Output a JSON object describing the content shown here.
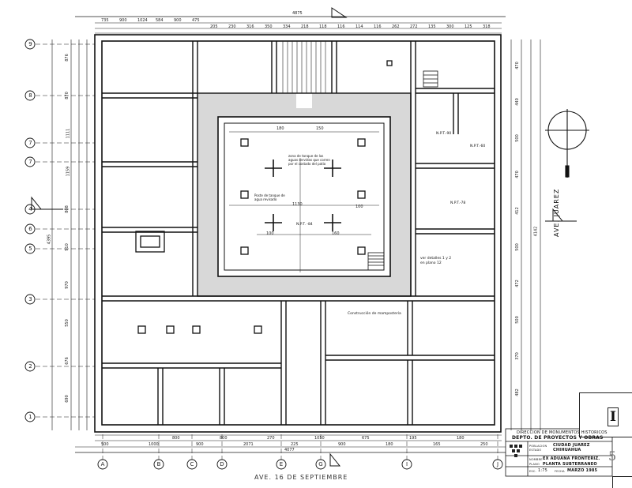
{
  "street_right": "AVE.  JUAREZ",
  "street_bottom": "AVE. 16 DE SEPTIEMBRE",
  "axes_rows": [
    "9",
    "8",
    "7",
    "7",
    "4",
    "6",
    "5",
    "3",
    "2",
    "1"
  ],
  "axes_cols": [
    "A",
    "B",
    "C",
    "D",
    "E",
    "G",
    "I",
    "J"
  ],
  "top_dims": [
    "4875",
    "735",
    "900",
    "1024",
    "584",
    "900",
    "475",
    "205",
    "230",
    "316",
    "350",
    "334",
    "218",
    "118",
    "116",
    "114",
    "116",
    "262",
    "272",
    "135",
    "300",
    "125",
    "318"
  ],
  "bottom_dims": [
    "500",
    "4077",
    "1000",
    "800",
    "900",
    "800",
    "2071",
    "270",
    "225",
    "1050",
    "900",
    "675",
    "180",
    "195",
    "165",
    "180",
    "250"
  ],
  "left_dims": [
    "4395",
    "876",
    "870",
    "1111",
    "1159",
    "808",
    "910",
    "970",
    "550",
    "676",
    "690"
  ],
  "right_dims": [
    "4142",
    "470",
    "440",
    "500",
    "470",
    "412",
    "500",
    "472",
    "500",
    "370",
    "482"
  ],
  "room_notes": [
    "zona de tanque de las aguas servidas que corren por el costado del patio",
    "Poste de tanque de agua revisado",
    "Construcción de mampostería",
    "ver detalles 1 y 2 en plano 12",
    "N.P.T. -84",
    "N.P.T.-60",
    "N.P.T.-78",
    "N.P.T.-90"
  ],
  "central_dims": [
    "1130",
    "180",
    "100",
    "160",
    "150",
    "100"
  ],
  "title_block": {
    "org1": "DIRECCION DE MONUMENTOS HISTORICOS",
    "org2": "DEPTO. DE PROYECTOS Y OBRAS",
    "label_poblacion": "POBLACION",
    "label_estado": "ESTADO",
    "city": "CIUDAD  JUAREZ",
    "state": "CHIHUAHUA",
    "label_nombre": "NOMBRE",
    "label_plano": "PLANO",
    "name": "EX ADUANA  FRONTERIZ.",
    "plan_name": "PLANTA  SUBTERRANEO",
    "label_esc": "ESC.",
    "scale": "1:75",
    "label_fecha": "FECHA",
    "date": "MARZO  1985",
    "sheet": "I",
    "sheet_mark": "5"
  }
}
